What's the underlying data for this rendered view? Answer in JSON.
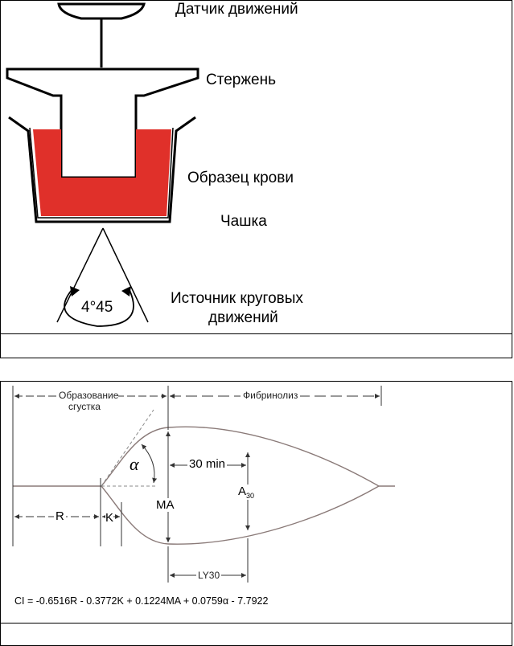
{
  "top": {
    "sensor": "Датчик движений",
    "rod": "Стержень",
    "sample": "Образец крови",
    "cup": "Чашка",
    "source_line1": "Источник круговых",
    "source_line2": "движений",
    "angle": "4°45",
    "caption": "",
    "colors": {
      "blood": "#e0302a",
      "line": "#000000"
    }
  },
  "bottom": {
    "clot_line1": "Образование",
    "clot_line2": "сгустка",
    "fibrinolysis": "Фибринолиз",
    "alpha": "α",
    "thirty_min": "30 min",
    "ma": "MA",
    "a30": "A",
    "a30_sub": "30",
    "r": "R",
    "k": "K",
    "ly30": "LY30",
    "formula": "CI = -0.6516R - 0.3772K + 0.1224MA + 0.0759α - 7.7922",
    "caption": "",
    "colors": {
      "curve": "#8a7a78",
      "line": "#333333"
    }
  }
}
